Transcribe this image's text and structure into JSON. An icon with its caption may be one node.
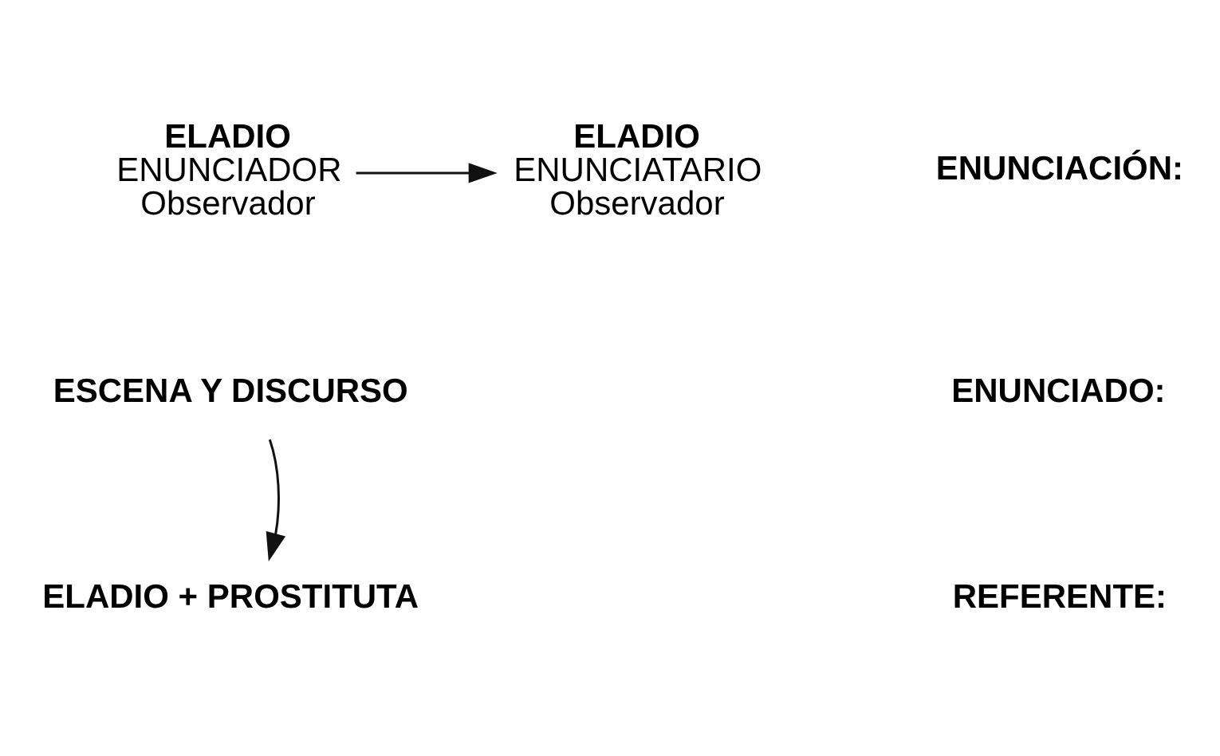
{
  "diagram": {
    "nodes": [
      {
        "text": [
          "ELADIO",
          "ENUNCIADOR",
          "Observador"
        ]
      },
      {
        "text": [
          "ELADIO",
          "ENUNCIATARIO",
          "Observador"
        ]
      },
      {
        "text": [
          "ESCENA Y DISCURSO"
        ]
      },
      {
        "text": [
          "ELADIO + PROSTITUTA"
        ]
      }
    ],
    "edges": [
      {
        "from": 0,
        "to": 1,
        "arrow": "to"
      },
      {
        "from": 2,
        "to": 3,
        "arrow": "to"
      }
    ],
    "labels": [
      "ENUNCIACIÓN:",
      "ENUNCIADO:",
      "REFERENTE:"
    ]
  }
}
